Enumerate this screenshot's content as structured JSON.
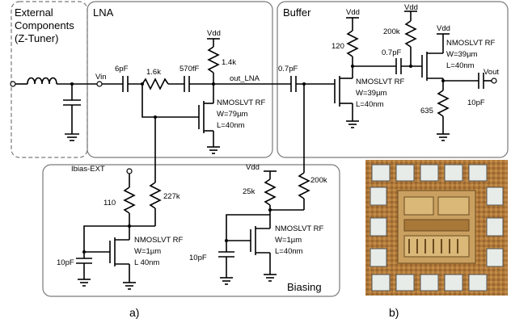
{
  "sections": {
    "external_line1": "External",
    "external_line2": "Components",
    "external_line3": "(Z-Tuner)",
    "lna": "LNA",
    "buffer": "Buffer",
    "biasing": "Biasing"
  },
  "labels": {
    "vin": "Vin",
    "vout": "Vout",
    "out_lna": "out_LNA",
    "ibias": "Ibias-EXT",
    "vdd": "Vdd"
  },
  "components": {
    "c_in": "6pF",
    "r_fb": "1.6k",
    "c_fb": "570fF",
    "r_load_lna": "1.4k",
    "c_couple": "0.7pF",
    "r_buf_drain": "120",
    "c_buf": "0.7pF",
    "r_buf_bias": "200k",
    "r_src": "635",
    "c_out": "10pF",
    "r_bias_lna": "227k",
    "r_110": "110",
    "c_bias1": "10pF",
    "r_25k": "25k",
    "r_200k_bias": "200k",
    "c_bias2": "10pF"
  },
  "transistors": {
    "lna_m1": {
      "type": "NMOSLVT RF",
      "w": "W=79µm",
      "l": "L=40nm"
    },
    "buf_m1": {
      "type": "NMOSLVT RF",
      "w": "W=39µm",
      "l": "L=40nm"
    },
    "buf_m2": {
      "type": "NMOSLVT RF",
      "w": "W=39µm",
      "l": "L=40nm"
    },
    "bias_m1": {
      "type": "NMOSLVT RF",
      "w": "W=1µm",
      "l": "L  40nm"
    },
    "bias_m2": {
      "type": "NMOSLVT RF",
      "w": "W=1µm",
      "l": "L=40nm"
    }
  },
  "captions": {
    "a": "a)",
    "b": "b)"
  },
  "colors": {
    "die_bg": "#b07a3a",
    "pad": "#e8ece8",
    "box_stroke": "#7a7a7a"
  }
}
